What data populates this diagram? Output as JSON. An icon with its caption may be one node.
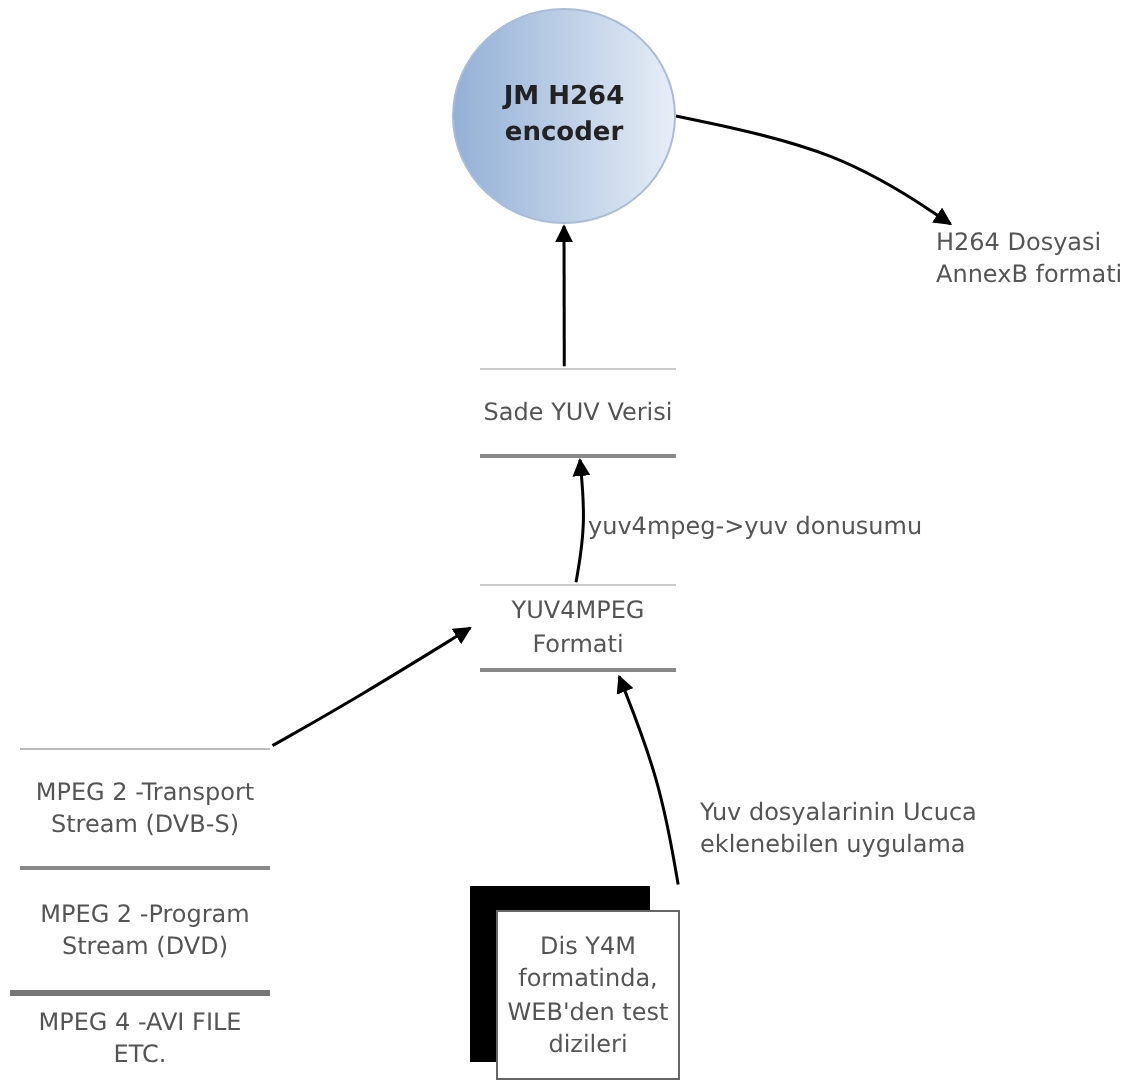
{
  "diagram": {
    "nodes": [
      {
        "text": [
          "JM H264 encoder"
        ]
      },
      {
        "text": [
          "H264 Dosyasi AnnexB formati"
        ]
      },
      {
        "text": [
          "Sade YUV Verisi"
        ]
      },
      {
        "text": [
          "YUV4MPEG Formati"
        ]
      },
      {
        "text": [
          "MPEG 2 -Transport Stream (DVB-S)"
        ]
      },
      {
        "text": [
          "MPEG 2 -Program Stream (DVD)"
        ]
      },
      {
        "text": [
          "MPEG 4 -AVI FILE ETC."
        ]
      },
      {
        "text": [
          "Dis Y4M formatinda, WEB'den test dizileri"
        ]
      }
    ],
    "edges": [
      {
        "from": 0,
        "to": 1,
        "arrow": "to"
      },
      {
        "from": 2,
        "to": 0,
        "arrow": "to"
      },
      {
        "from": 3,
        "to": 2,
        "arrow": "to",
        "label": "yuv4mpeg->yuv donusumu"
      },
      {
        "from": 4,
        "to": 3,
        "arrow": "to"
      },
      {
        "from": 7,
        "to": 3,
        "arrow": "to",
        "label": "Yuv dosyalarinin Ucuca eklenebilen uygulama"
      }
    ]
  }
}
